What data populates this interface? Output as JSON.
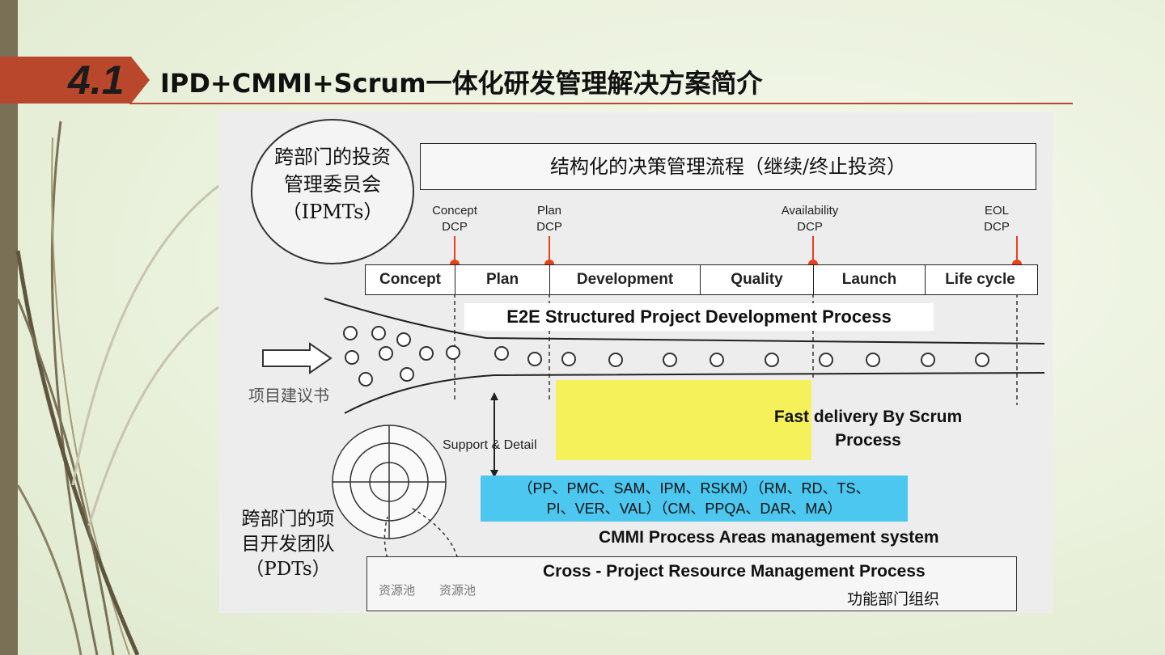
{
  "title": {
    "number": "4.1",
    "text": "IPD+CMMI+Scrum一体化研发管理解决方案简介"
  },
  "ipmt": {
    "line1": "跨部门的投资",
    "line2": "管理委员会",
    "line3": "（IPMTs）"
  },
  "header": "结构化的决策管理流程（继续/终止投资）",
  "dcps": [
    {
      "line1": "Concept",
      "line2": "DCP"
    },
    {
      "line1": "Plan",
      "line2": "DCP"
    },
    {
      "line1": "Availability",
      "line2": "DCP"
    },
    {
      "line1": "EOL",
      "line2": "DCP"
    }
  ],
  "phases": [
    "Concept",
    "Plan",
    "Development",
    "Quality",
    "Launch",
    "Life cycle"
  ],
  "e2e": "E2E Structured Project Development Process",
  "proposal": "项目建议书",
  "support": "Support & Detail",
  "scrum": {
    "line1": "Fast delivery By Scrum",
    "line2": "Process"
  },
  "cmmi": {
    "line1": "（PP、PMC、SAM、IPM、RSKM）（RM、RD、TS、",
    "line2": "PI、VER、VAL）（CM、PPQA、DAR、MA）",
    "title": "CMMI Process Areas management system"
  },
  "pdt": {
    "line1": "跨部门的项",
    "line2": "目开发团队",
    "line3": "（PDTs）"
  },
  "resource": {
    "title": "Cross - Project Resource Management Process",
    "sub": "功能部门组织"
  },
  "pools": [
    "资源池",
    "资源池"
  ],
  "colors": {
    "accent": "#b8472b",
    "dcp_marker": "#e8401c",
    "scrum_bg": "#f4f15a",
    "cmmi_bg": "#4cc7f0"
  }
}
